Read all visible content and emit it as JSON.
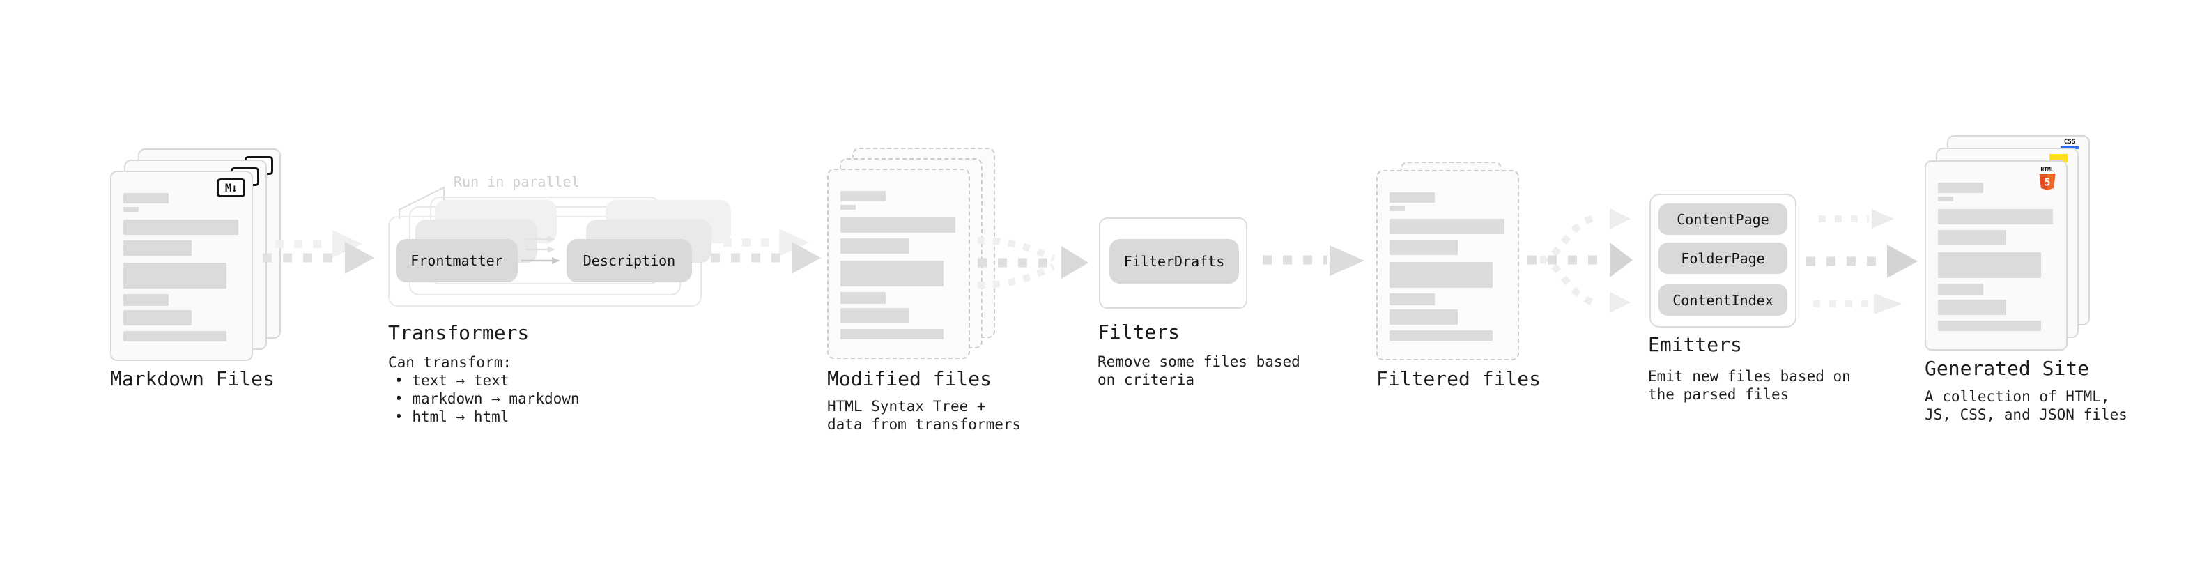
{
  "diagram": {
    "markdown_files": {
      "label": "Markdown Files",
      "icon": "M↓"
    },
    "transformers": {
      "annotation": "Run in parallel",
      "pill_left": "Frontmatter",
      "pill_right": "Description",
      "label": "Transformers",
      "desc_heading": "Can transform:",
      "bullet_char": "•",
      "bullets": [
        "text → text",
        "markdown → markdown",
        "html → html"
      ]
    },
    "modified_files": {
      "label": "Modified files",
      "desc_line1": "HTML Syntax Tree +",
      "desc_line2": "data from transformers"
    },
    "filters": {
      "pill": "FilterDrafts",
      "label": "Filters",
      "desc_line1": "Remove some files based",
      "desc_line2": "on criteria"
    },
    "filtered_files": {
      "label": "Filtered files"
    },
    "emitters": {
      "pills": [
        "ContentPage",
        "FolderPage",
        "ContentIndex"
      ],
      "label": "Emitters",
      "desc_line1": "Emit new files based on",
      "desc_line2": "the parsed files"
    },
    "generated_site": {
      "label": "Generated Site",
      "desc_line1": "A collection of HTML,",
      "desc_line2": "JS, CSS, and JSON files",
      "css_badge": "CSS",
      "html5_title": "HTML",
      "html5_number": "5"
    }
  },
  "colors": {
    "pill_gray": "#d9d9d9",
    "html5_orange": "#e44d26",
    "html5_orange_light": "#f16529",
    "js_yellow": "#ffdf1b",
    "css_blue": "#2b6bf3"
  }
}
